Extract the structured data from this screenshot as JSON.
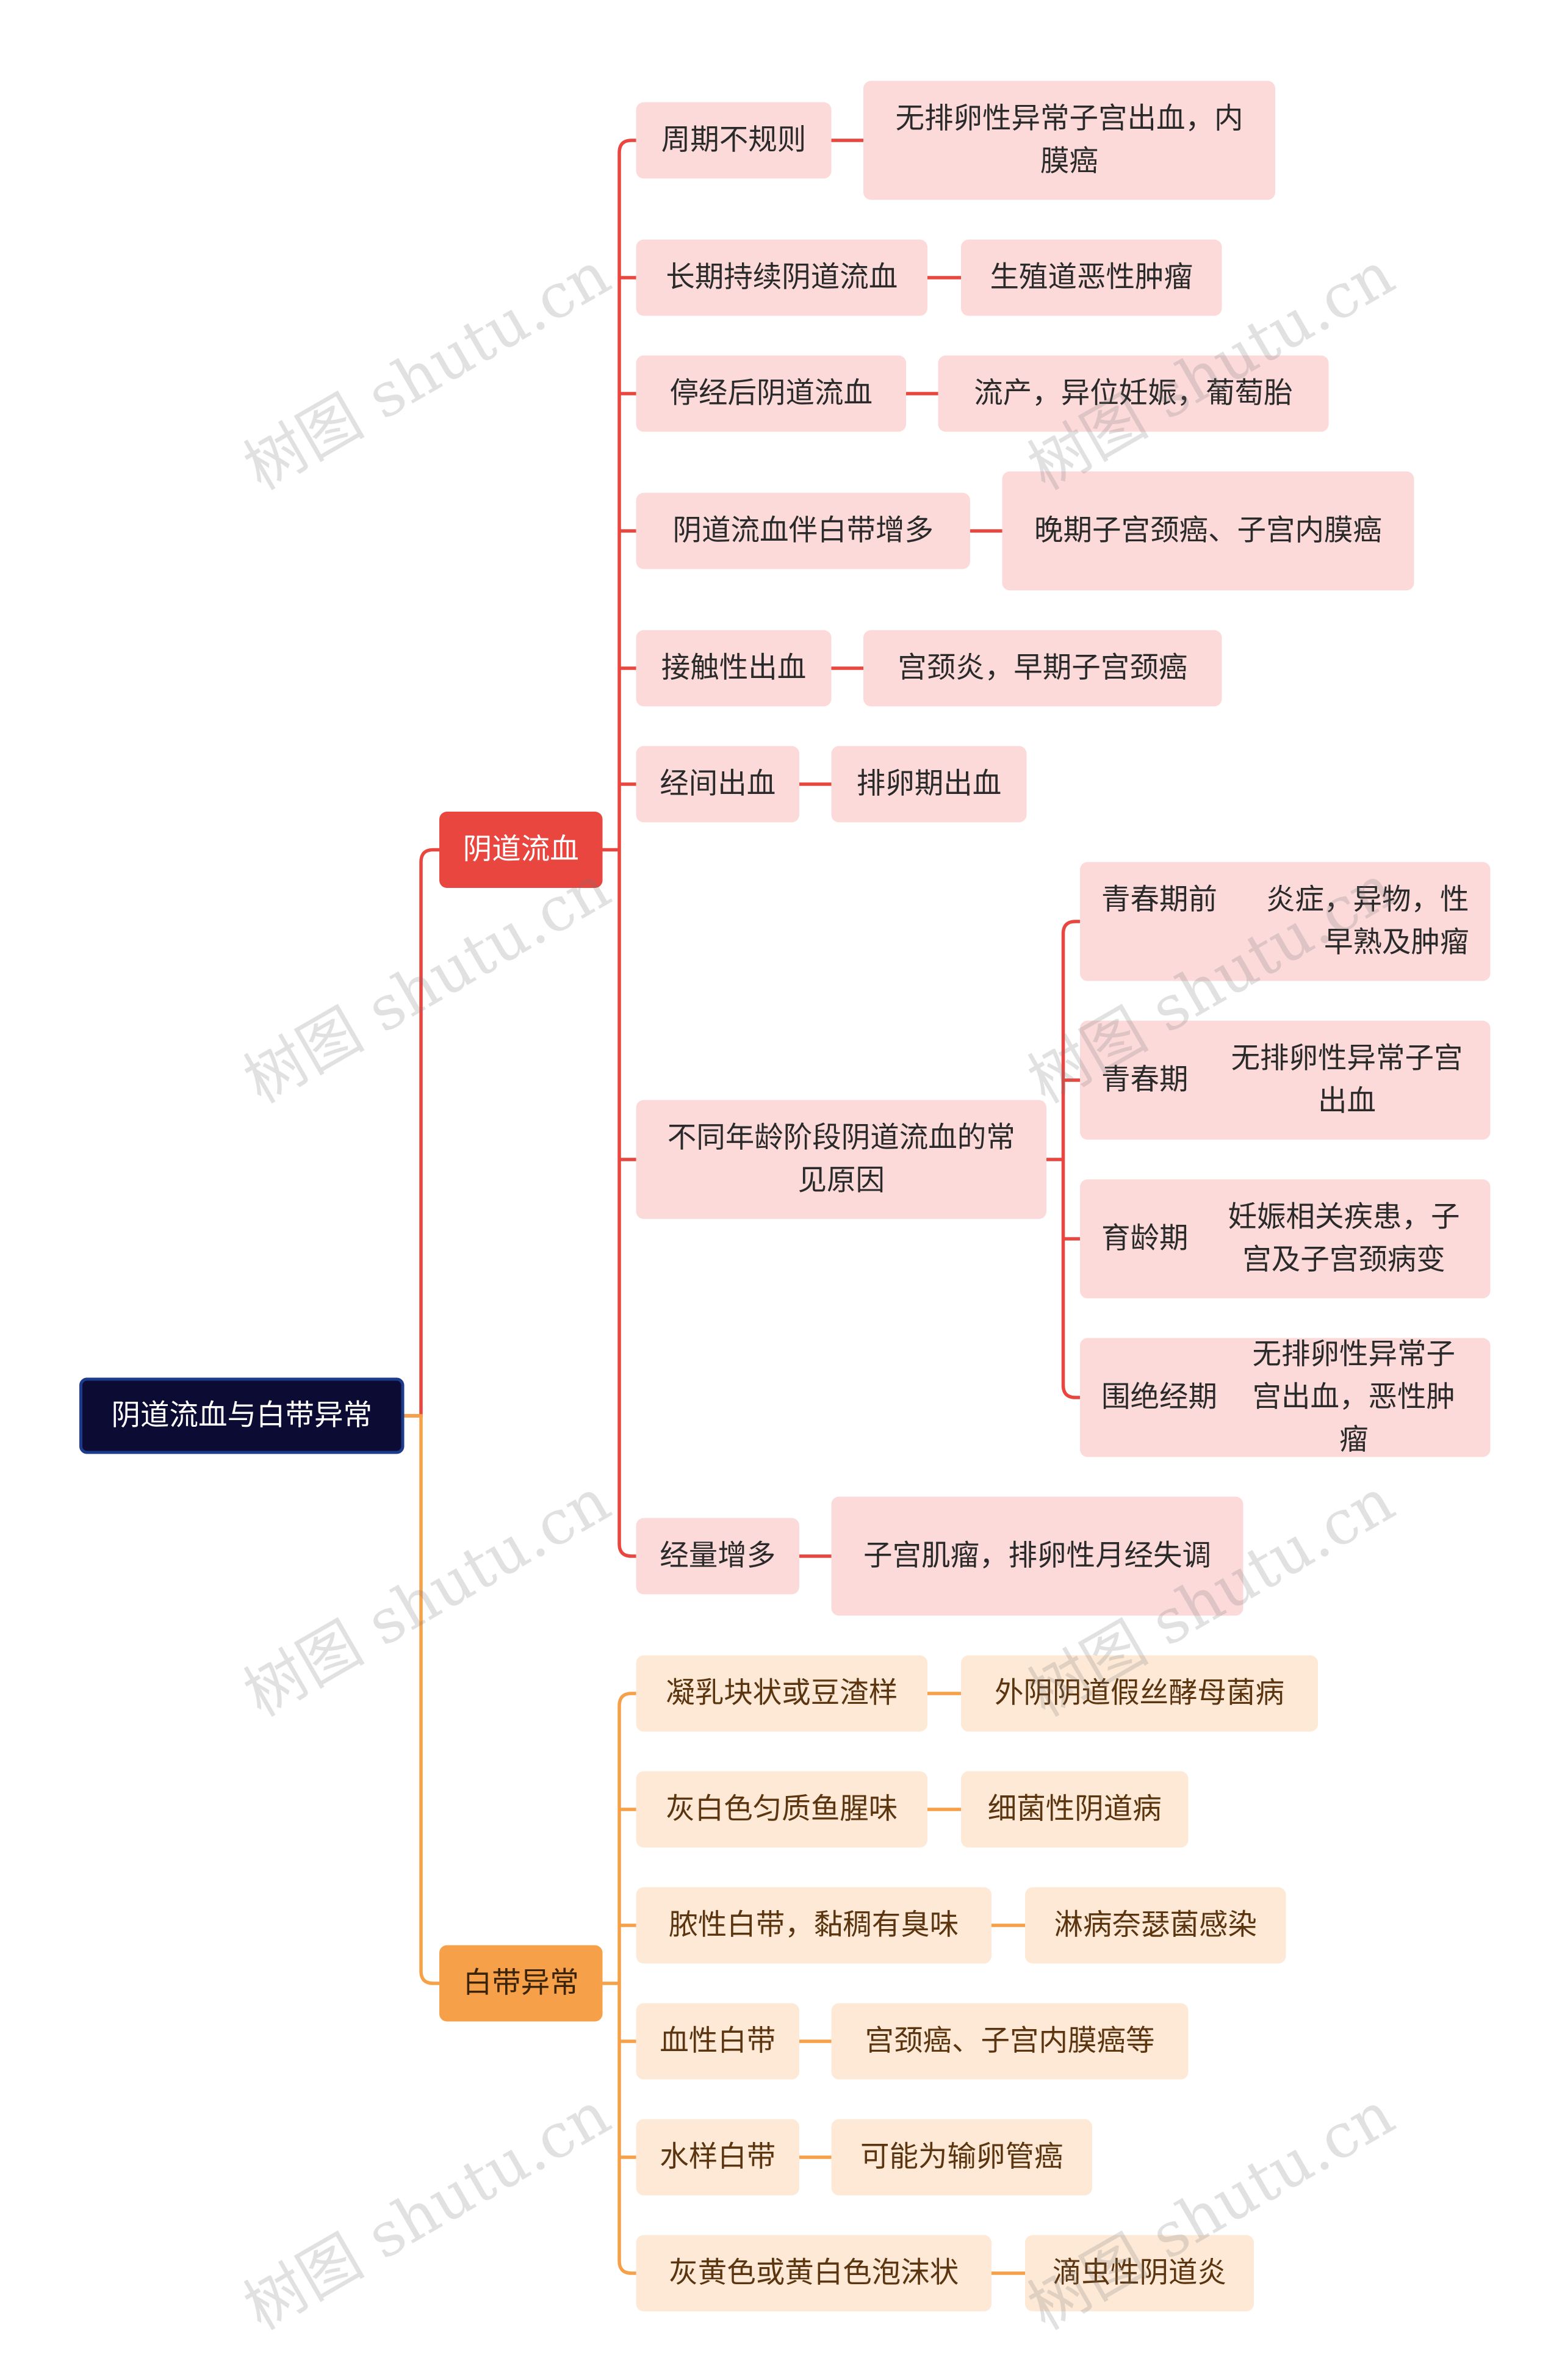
{
  "colors": {
    "root": "#0b0b34",
    "red_branch": "#e8463f",
    "orange_branch": "#f6a149",
    "red_node": "#fcdada",
    "orange_node": "#fde9d6"
  },
  "root": "阴道流血与白带异常",
  "bleeding": {
    "label": "阴道流血",
    "items": [
      {
        "label": "周期不规则",
        "cause": "无排卵性异常子宫出血，内膜癌"
      },
      {
        "label": "长期持续阴道流血",
        "cause": "生殖道恶性肿瘤"
      },
      {
        "label": "停经后阴道流血",
        "cause": "流产，异位妊娠，葡萄胎"
      },
      {
        "label": "阴道流血伴白带增多",
        "cause": "晚期子宫颈癌、子宫内膜癌"
      },
      {
        "label": "接触性出血",
        "cause": "宫颈炎，早期子宫颈癌"
      },
      {
        "label": "经间出血",
        "cause": "排卵期出血"
      },
      {
        "label": "不同年龄阶段阴道流血的常见原因",
        "ages": [
          {
            "stage": "青春期前",
            "cause": "炎症，异物，性早熟及肿瘤"
          },
          {
            "stage": "青春期",
            "cause": "无排卵性异常子宫出血"
          },
          {
            "stage": "育龄期",
            "cause": "妊娠相关疾患，子宫及子宫颈病变"
          },
          {
            "stage": "围绝经期",
            "cause": "无排卵性异常子宫出血，恶性肿瘤"
          }
        ]
      },
      {
        "label": "经量增多",
        "cause": "子宫肌瘤，排卵性月经失调"
      }
    ]
  },
  "leukorrhea": {
    "label": "白带异常",
    "items": [
      {
        "label": "凝乳块状或豆渣样",
        "cause": "外阴阴道假丝酵母菌病"
      },
      {
        "label": "灰白色匀质鱼腥味",
        "cause": "细菌性阴道病"
      },
      {
        "label": "脓性白带，黏稠有臭味",
        "cause": "淋病奈瑟菌感染"
      },
      {
        "label": "血性白带",
        "cause": "宫颈癌、子宫内膜癌等"
      },
      {
        "label": "水样白带",
        "cause": "可能为输卵管癌"
      },
      {
        "label": "灰黄色或黄白色泡沫状",
        "cause": "滴虫性阴道炎"
      }
    ]
  },
  "watermark": "树图 shutu.cn"
}
